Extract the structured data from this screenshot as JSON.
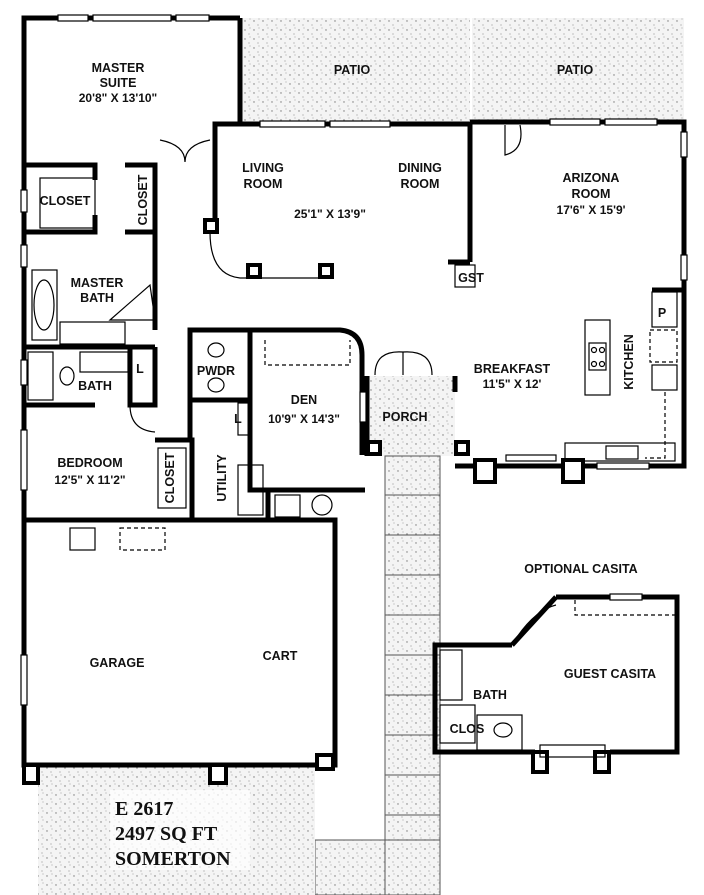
{
  "plan": {
    "rooms": {
      "master_suite": {
        "name_1": "MASTER",
        "name_2": "SUITE",
        "size": "20'8\" X 13'10\""
      },
      "patio_left": "PATIO",
      "patio_right": "PATIO",
      "living_room": {
        "name_1": "LIVING",
        "name_2": "ROOM"
      },
      "dining_room": {
        "name_1": "DINING",
        "name_2": "ROOM"
      },
      "living_dining_size": "25'1\" X 13'9\"",
      "arizona_room": {
        "name_1": "ARIZONA",
        "name_2": "ROOM",
        "size": "17'6\" X 15'9'"
      },
      "master_closet": "CLOSET",
      "master_closet_small": "CLOSET",
      "gst": "GST",
      "master_bath": {
        "name_1": "MASTER",
        "name_2": "BATH"
      },
      "pantry": "P",
      "kitchen": "KITCHEN",
      "breakfast": {
        "name": "BREAKFAST",
        "size": "11'5\" X 12'"
      },
      "powder": "PWDR",
      "den": {
        "name": "DEN",
        "size": "10'9\" X 14'3\""
      },
      "porch": "PORCH",
      "bath": "BATH",
      "linen_1": "L",
      "linen_2": "L",
      "bedroom": {
        "name": "BEDROOM",
        "size": "12'5\" X 11'2\""
      },
      "bedroom_closet": "CLOSET",
      "utility": "UTILITY",
      "optional_casita": "OPTIONAL CASITA",
      "guest_casita": "GUEST CASITA",
      "casita_bath": "BATH",
      "casita_closet": "CLOS",
      "garage": "GARAGE",
      "cart": "CART"
    },
    "info": {
      "model": "E 2617",
      "area": "2497 SQ FT",
      "name": "SOMERTON"
    }
  }
}
